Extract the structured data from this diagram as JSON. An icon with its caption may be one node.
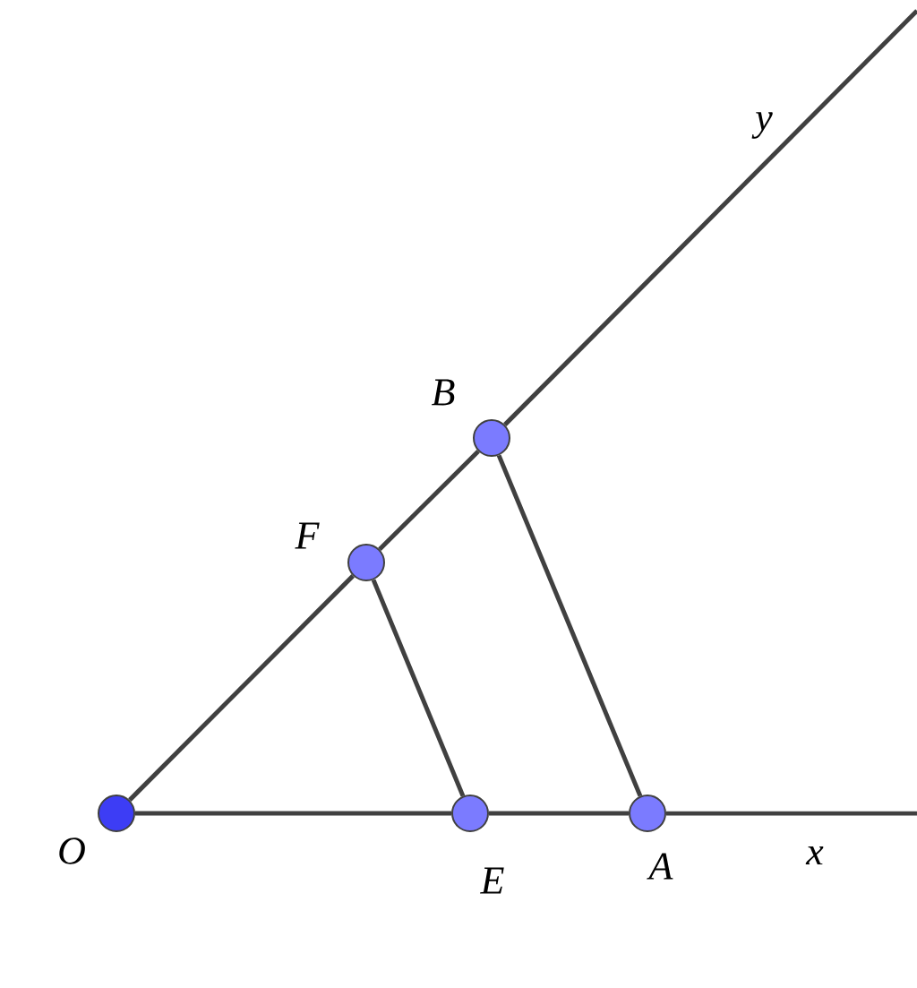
{
  "diagram": {
    "nodes": [
      {
        "text": [],
        "shape": "circle",
        "beside": [
          "O"
        ]
      },
      {
        "text": [],
        "shape": "circle",
        "beside": [
          "E"
        ]
      },
      {
        "text": [],
        "shape": "circle",
        "beside": [
          "A"
        ]
      },
      {
        "text": [],
        "shape": "circle",
        "beside": [
          "F"
        ]
      },
      {
        "text": [],
        "shape": "circle",
        "beside": [
          "B"
        ]
      }
    ],
    "edges": [
      {
        "from": 0,
        "to": 1,
        "arrow": "none"
      },
      {
        "from": 1,
        "to": 2,
        "arrow": "none"
      },
      {
        "from": 2,
        "to": null,
        "arrow": "none",
        "label": "x"
      },
      {
        "from": 0,
        "to": 3,
        "arrow": "none"
      },
      {
        "from": 3,
        "to": 4,
        "arrow": "none"
      },
      {
        "from": 4,
        "to": null,
        "arrow": "none",
        "label": "y"
      },
      {
        "from": 3,
        "to": 1,
        "arrow": "none"
      },
      {
        "from": 4,
        "to": 2,
        "arrow": "none"
      }
    ]
  }
}
